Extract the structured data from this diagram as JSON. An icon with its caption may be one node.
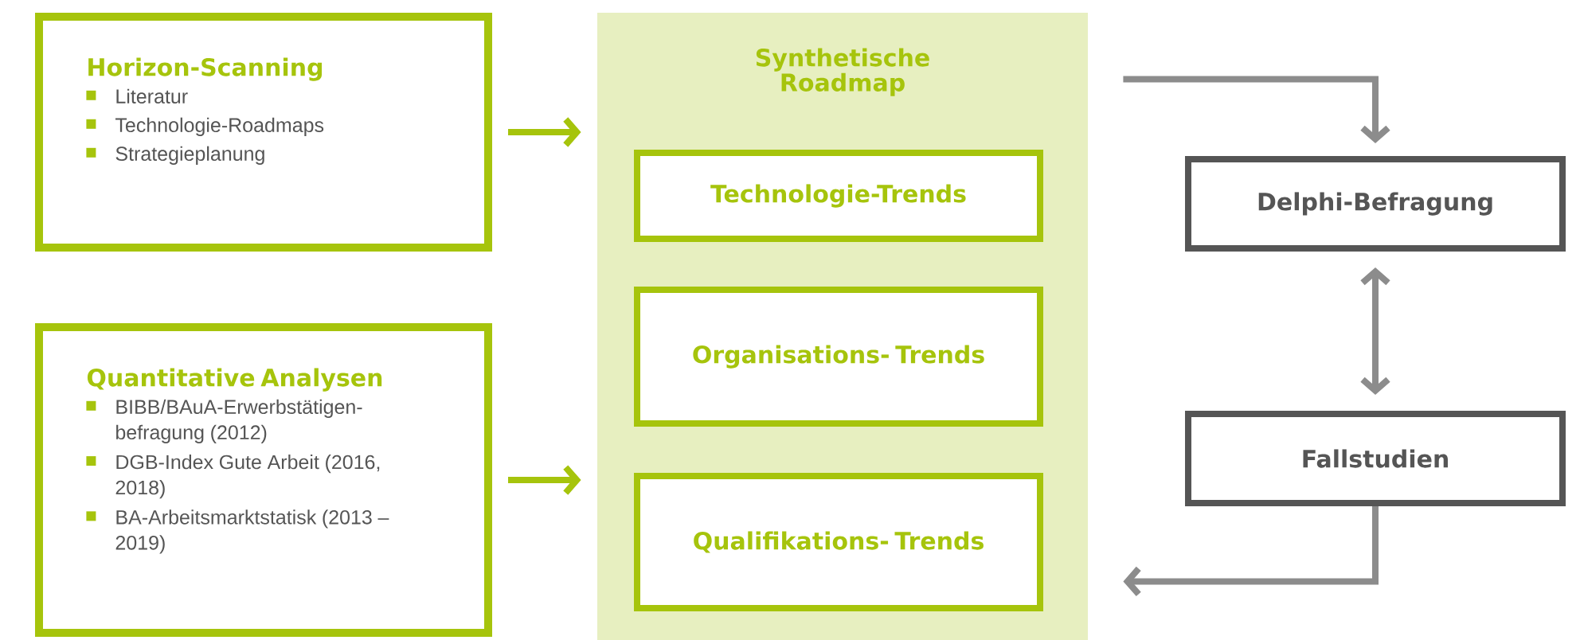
{
  "diagram": {
    "nodes": [
      {
        "text": [
          "Horizon-Scanning",
          "Literatur",
          "Technologie-Roadmaps",
          "Strategieplanung"
        ]
      },
      {
        "text": [
          "Quantitative Analysen",
          "BIBB/BAuA-Erwerbstätigen- befragung (2012)",
          "DGB-Index Gute Arbeit (2016, 2018)",
          "BA-Arbeitsmarktstatisk (2013 – 2019)"
        ]
      },
      {
        "text": [
          "Synthetische Roadmap"
        ]
      },
      {
        "text": [
          "Technologie-Trends"
        ],
        "in": 2
      },
      {
        "text": [
          "Organisations- Trends"
        ],
        "in": 2
      },
      {
        "text": [
          "Qualifikations- Trends"
        ],
        "in": 2
      },
      {
        "text": [
          "Delphi-Befragung"
        ]
      },
      {
        "text": [
          "Fallstudien"
        ]
      }
    ],
    "edges": [
      {
        "from": 0,
        "to": 2,
        "arrow": "to",
        "color": "#a6c40c"
      },
      {
        "from": 1,
        "to": 2,
        "arrow": "to",
        "color": "#a6c40c"
      },
      {
        "from": 2,
        "to": 6,
        "arrow": "to"
      },
      {
        "from": 6,
        "to": 7,
        "arrow": "both"
      },
      {
        "from": 7,
        "to": 2,
        "arrow": "to"
      }
    ]
  }
}
